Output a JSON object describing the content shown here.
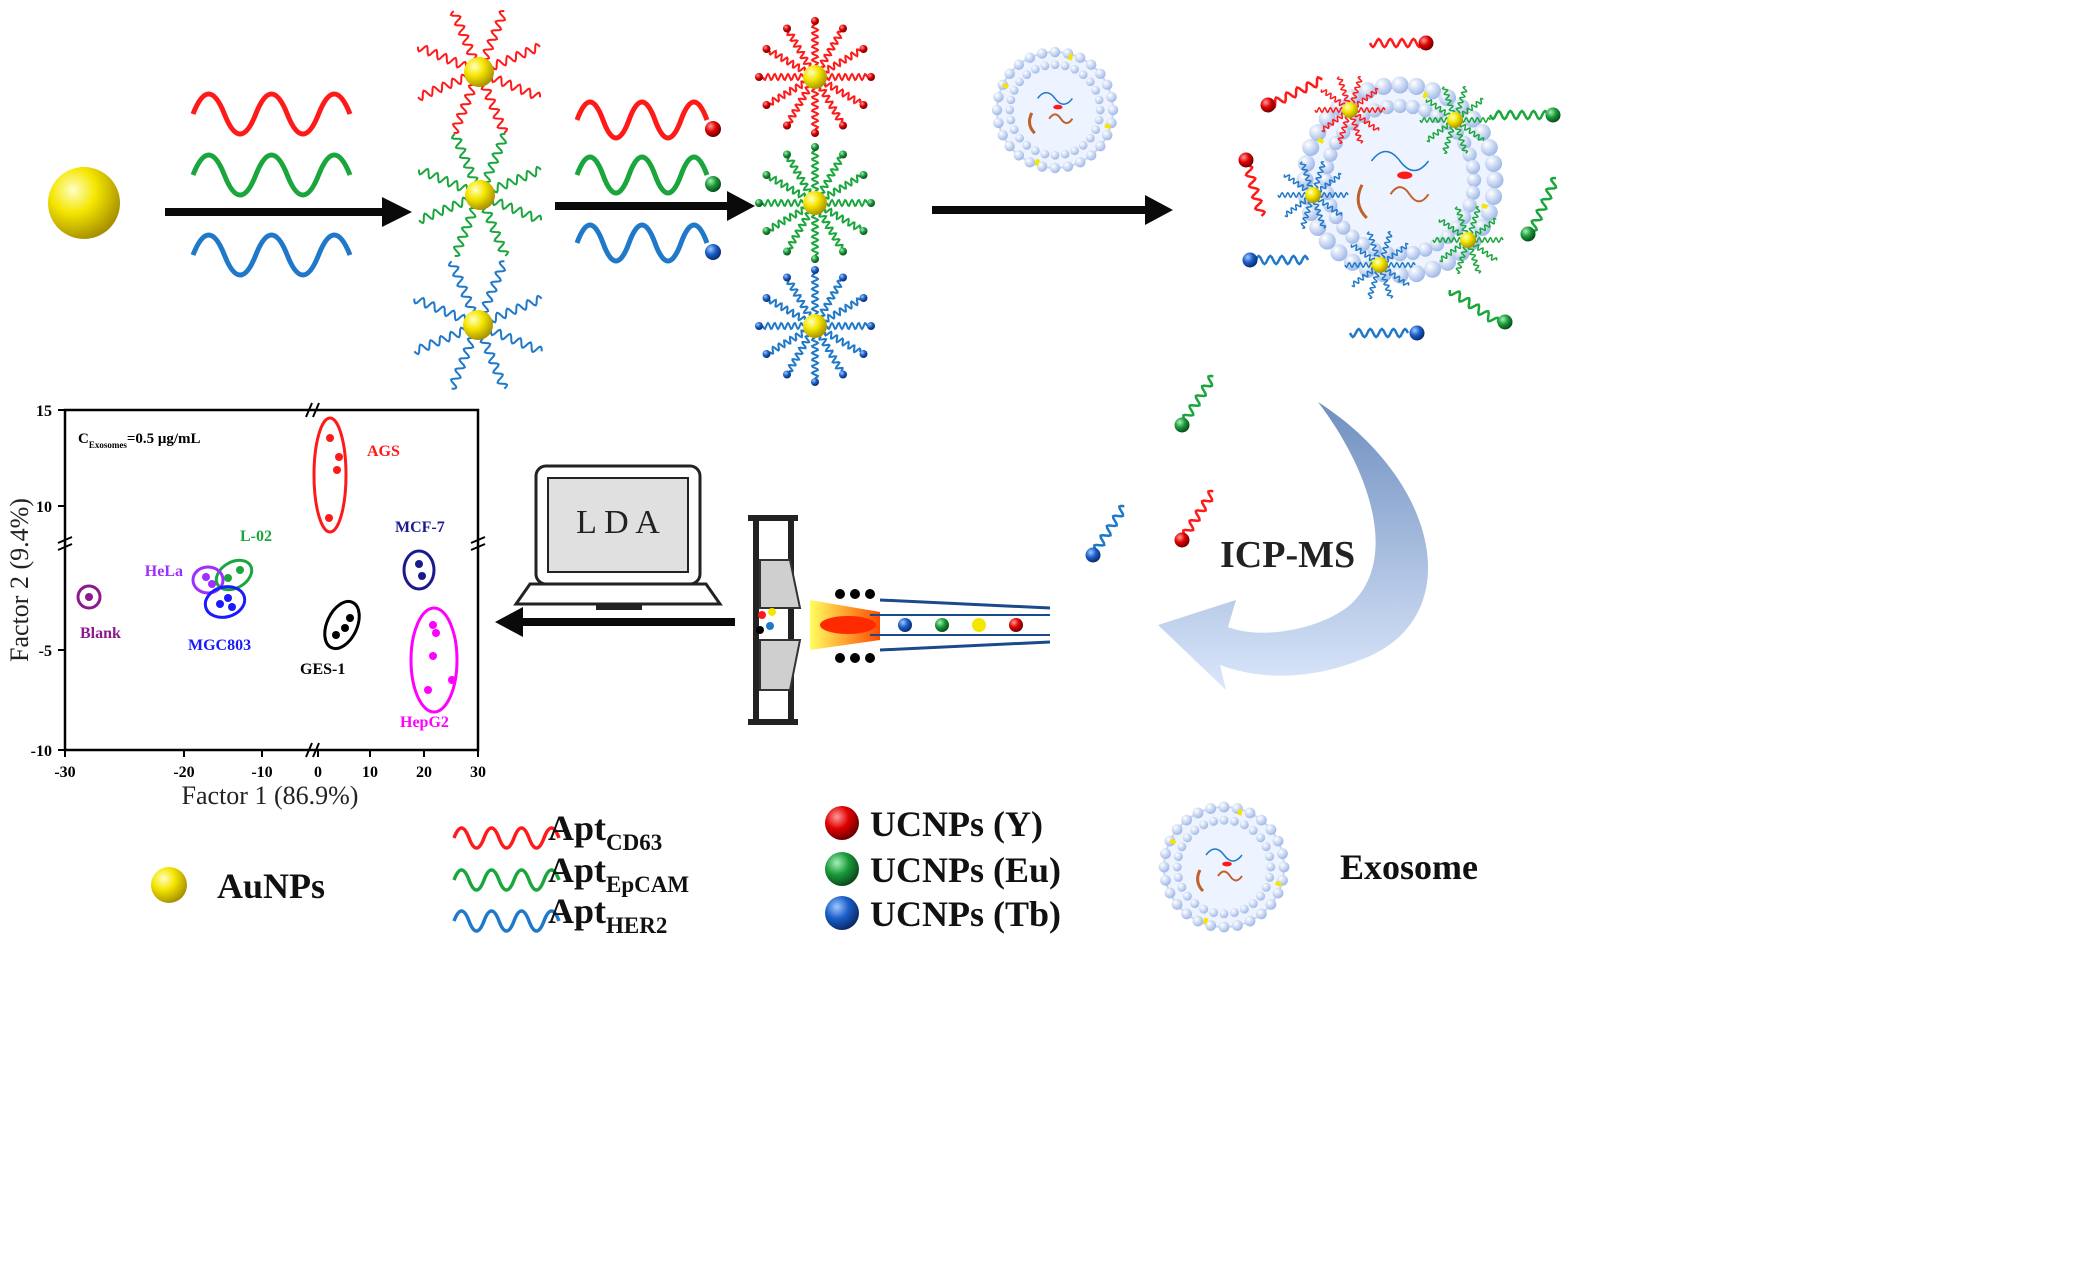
{
  "colors": {
    "cd63": "#ff1a1a",
    "epcam": "#1aa63c",
    "her2": "#1f78c8",
    "gold": "#f5e600",
    "arrow": "#0a0a0a",
    "curved_arrow": "#7f9bc8"
  },
  "steps": {
    "icp_label": "ICP-MS",
    "lda_label": "L D A"
  },
  "legend": {
    "aunps": "AuNPs",
    "apt_prefix": "Apt",
    "apt_cd63_sub": "CD63",
    "apt_epcam_sub": "EpCAM",
    "apt_her2_sub": "HER2",
    "ucnp_y": "UCNPs (Y)",
    "ucnp_eu": "UCNPs (Eu)",
    "ucnp_tb": "UCNPs (Tb)",
    "exosome": "Exosome"
  },
  "chart_data": {
    "type": "scatter",
    "xlabel": "Factor 1 (86.9%)",
    "ylabel": "Factor 2 (9.4%)",
    "x_ticks": [
      "-30",
      "-20",
      "-10",
      "0",
      "10",
      "20",
      "30"
    ],
    "y_ticks": [
      "15",
      "10",
      "-5",
      "-10"
    ],
    "x_break": true,
    "y_break": true,
    "annotation_main": "C",
    "annotation_sub": "Exosomes",
    "annotation_rest": "=0.5 μg/mL",
    "series": [
      {
        "name": "AGS",
        "color": "#ff1a1a"
      },
      {
        "name": "L-02",
        "color": "#1aa63c"
      },
      {
        "name": "MCF-7",
        "color": "#1a1a8c"
      },
      {
        "name": "HeLa",
        "color": "#9b30ff"
      },
      {
        "name": "Blank",
        "color": "#8b1a8b"
      },
      {
        "name": "MGC803",
        "color": "#1a1aff"
      },
      {
        "name": "GES-1",
        "color": "#000000"
      },
      {
        "name": "HepG2",
        "color": "#ff00ff"
      }
    ]
  }
}
